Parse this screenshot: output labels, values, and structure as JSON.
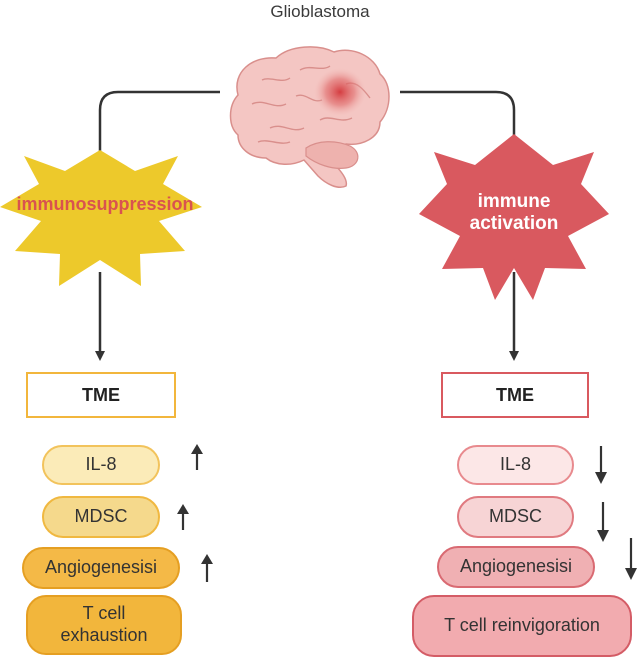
{
  "title": "Glioblastoma",
  "left": {
    "star_label": "immunosuppression",
    "tme_label": "TME",
    "items": [
      "IL-8",
      "MDSC",
      "Angiogenesisi",
      "T cell exhaustion"
    ],
    "trend": "up",
    "colors": {
      "star": "#EDC92B",
      "text": "#D9534F",
      "border": "#F2B63C"
    }
  },
  "right": {
    "star_label_line1": "immune",
    "star_label_line2": "activation",
    "tme_label": "TME",
    "items": [
      "IL-8",
      "MDSC",
      "Angiogenesisi",
      "T cell reinvigoration"
    ],
    "trend": "down",
    "colors": {
      "star": "#D9595F",
      "text": "#ffffff",
      "border": "#D9595F"
    }
  },
  "icons": {
    "brain": "brain-icon",
    "tumor": "tumor-spot-icon"
  }
}
